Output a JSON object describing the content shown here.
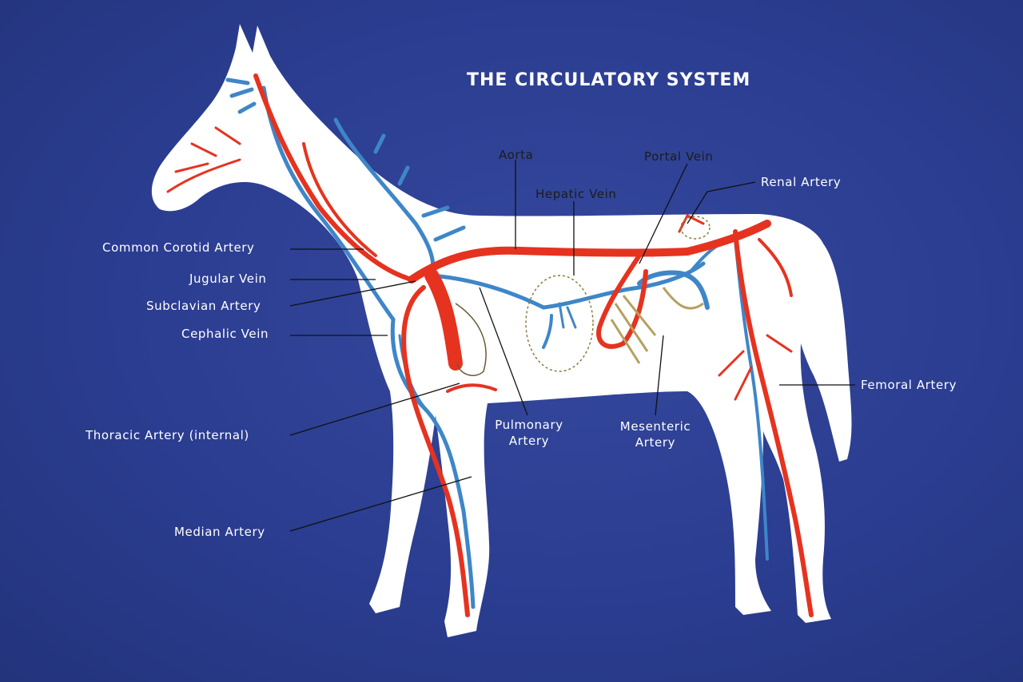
{
  "title": "THE CIRCULATORY SYSTEM",
  "colors": {
    "background": "#2b3d90",
    "silhouette": "#ffffff",
    "artery": "#e53320",
    "vein": "#3e86c8",
    "label_light": "#ffffff",
    "label_dark": "#1c1c1c"
  },
  "labels": {
    "aorta": "Aorta",
    "portal_vein": "Portal Vein",
    "renal_artery": "Renal Artery",
    "hepatic_vein": "Hepatic Vein",
    "common_carotid_artery": "Common Corotid Artery",
    "jugular_vein": "Jugular Vein",
    "subclavian_artery": "Subclavian Artery",
    "cephalic_vein": "Cephalic Vein",
    "femoral_artery": "Femoral Artery",
    "thoracic_artery": "Thoracic Artery (internal)",
    "pulmonary_artery_1": "Pulmonary",
    "pulmonary_artery_2": "Artery",
    "mesenteric_artery_1": "Mesenteric",
    "mesenteric_artery_2": "Artery",
    "median_artery": "Median Artery"
  }
}
